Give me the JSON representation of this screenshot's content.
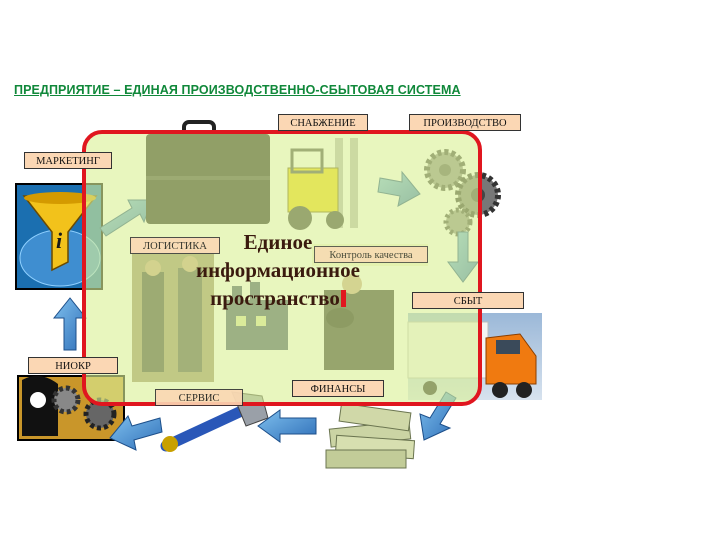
{
  "title": "ПРЕДПРИЯТИЕ – ЕДИНАЯ ПРОИЗВОДСТВЕННО-СБЫТОВАЯ СИСТЕМА",
  "labels": {
    "marketing": "МАРКЕТИНГ",
    "supply": "СНАБЖЕНИЕ",
    "production": "ПРОИЗВОДСТВО",
    "logistics": "ЛОГИСТИКА",
    "quality": "Контроль качества",
    "sales": "СБЫТ",
    "rnd": "НИОКР",
    "service": "СЕРВИС",
    "finance": "ФИНАНСЫ"
  },
  "center": {
    "line1": "Единое",
    "line2": "информационное",
    "line3": "пространство"
  },
  "colors": {
    "title": "#10883a",
    "label_bg": "#fbd7b4",
    "overlay_border": "#e0161f",
    "overlay_fill": "#daf096",
    "arrow": "#2f86c8"
  }
}
